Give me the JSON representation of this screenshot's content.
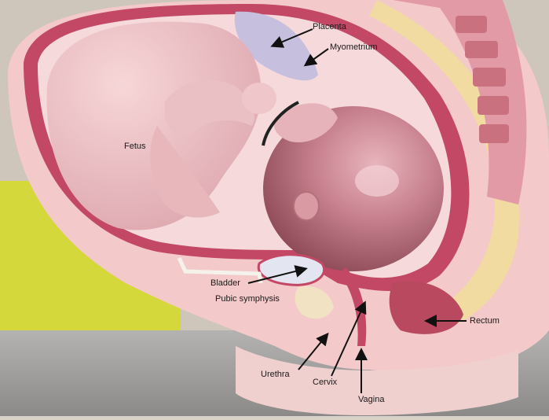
{
  "labels": {
    "placenta": "Placenta",
    "myometrium": "Myometrium",
    "fetus": "Fetus",
    "bladder": "Bladder",
    "pubic_symphysis": "Pubic symphysis",
    "rectum": "Rectum",
    "urethra": "Urethra",
    "cervix": "Cervix",
    "vagina": "Vagina"
  },
  "colors": {
    "background_wall": "#d9d2c8",
    "yellow_cloth": "#d8dc3a",
    "grey_base": "#9d9c9a",
    "model_skin": "#f3c9c9",
    "fetus_skin": "#e9bcc0",
    "fetus_head": "#b86f7a",
    "uterine_wall": "#c24866",
    "placenta": "#c6c0de",
    "spine_tissue": "#e19aa6",
    "fat_layer": "#f1dba0",
    "label_text": "#1a1a1a",
    "pointer_arrow": "#111111"
  }
}
